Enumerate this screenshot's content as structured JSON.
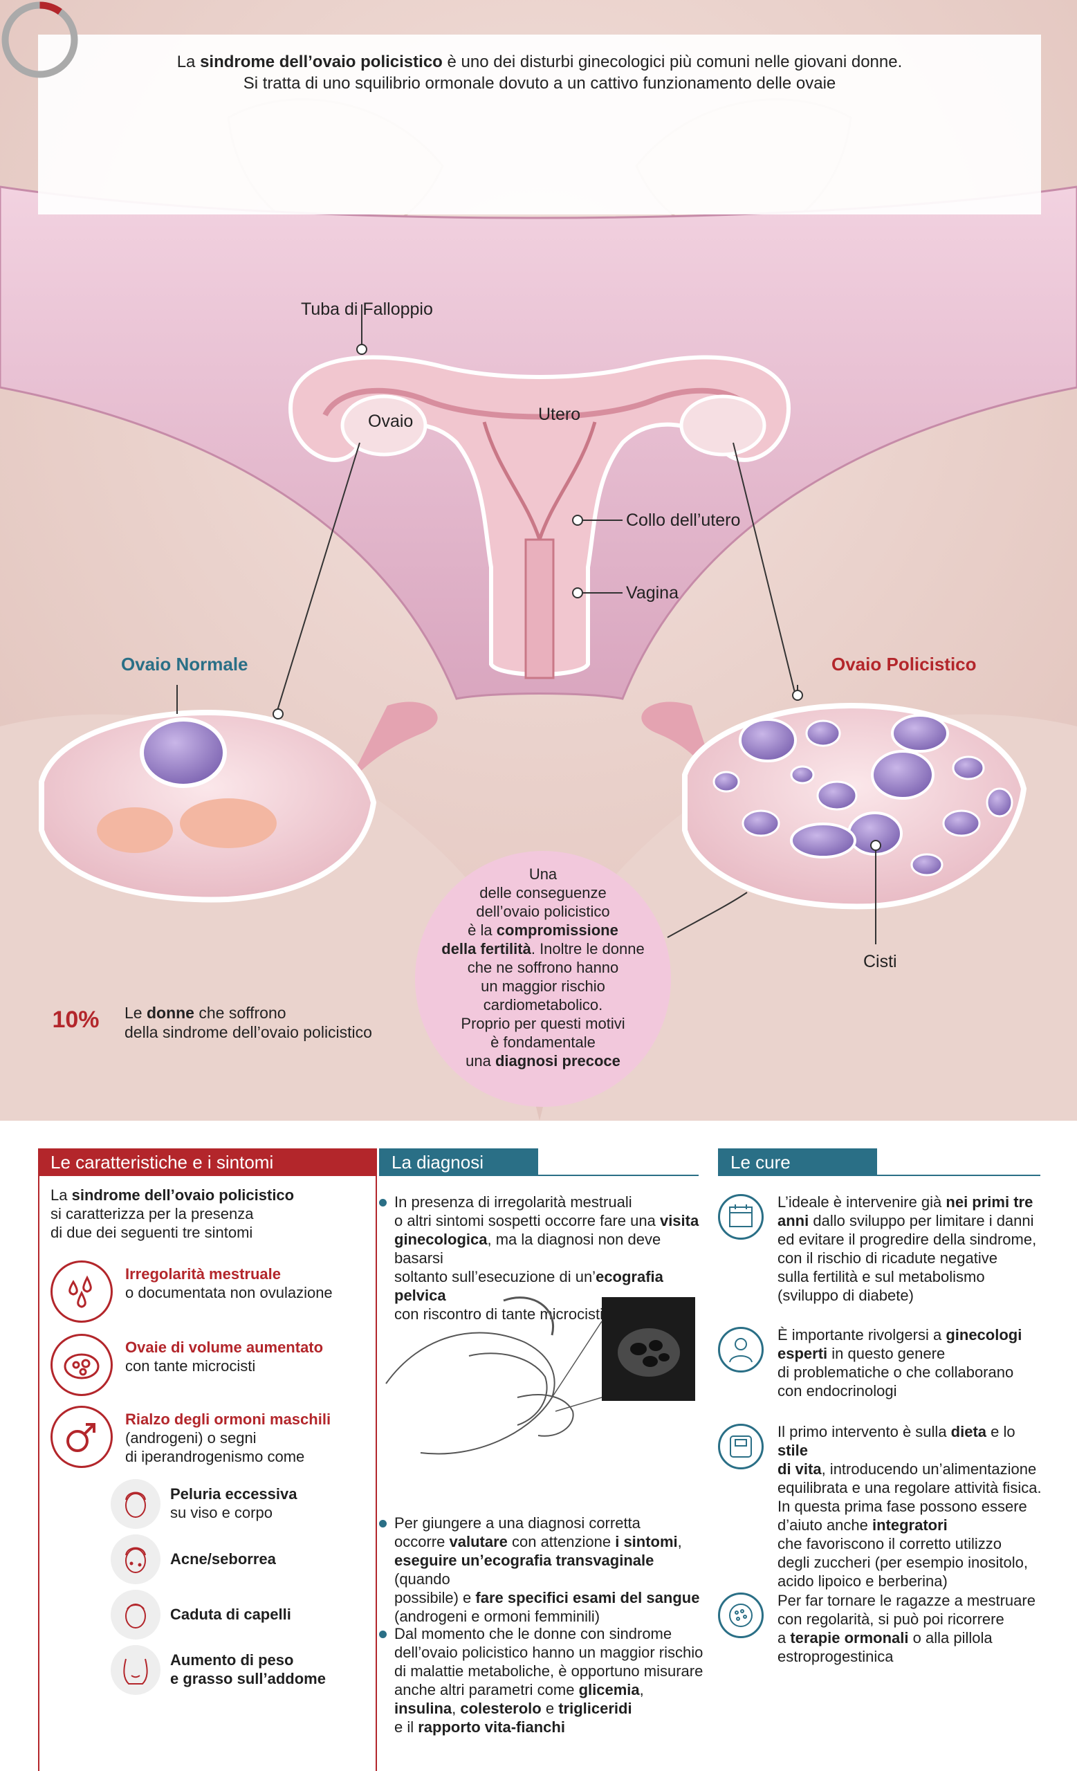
{
  "intro": {
    "part1_bold": "sindrome dell’ovaio policistico",
    "part1_prefix": "La ",
    "part1_suffix": " è uno dei disturbi ginecologici più comuni nelle giovani donne.",
    "line2": "Si tratta di uno squilibrio ormonale dovuto a un cattivo funzionamento delle ovaie"
  },
  "anatomy": {
    "tuba": "Tuba di Falloppio",
    "ovaio": "Ovaio",
    "utero": "Utero",
    "collo": "Collo dell’utero",
    "vagina": "Vagina",
    "normale": "Ovaio Normale",
    "policistico": "Ovaio Policistico",
    "cisti": "Cisti"
  },
  "colors": {
    "red": "#b3262b",
    "teal": "#2a6f86",
    "pink": "#f2c8dc",
    "panties": "#ecc3d6"
  },
  "note": {
    "l1": "Una",
    "l2": "delle conseguenze",
    "l3": "dell’ovaio policistico",
    "l4a": "è la ",
    "l4b": "compromissione",
    "l5a": "della fertilità",
    "l5b": ". Inoltre le donne",
    "l6": "che ne soffrono hanno",
    "l7": "un maggior rischio",
    "l8": "cardiometabolico.",
    "l9": "Proprio per questi motivi",
    "l10": "è fondamentale",
    "l11a": "una ",
    "l11b": "diagnosi precoce"
  },
  "stat": {
    "value": "10%",
    "fraction": 0.1,
    "l1a": "Le ",
    "l1b": "donne",
    "l1c": " che soffrono",
    "l2": "della sindrome dell’ovaio policistico"
  },
  "col1": {
    "title": "Le caratteristiche e i sintomi",
    "intro_a": "La ",
    "intro_b": "sindrome dell’ovaio policistico",
    "intro_c": "si caratterizza per la presenza",
    "intro_d": "di due dei seguenti tre sintomi",
    "s1_title": "Irregolarità mestruale",
    "s1_text": "o documentata non ovulazione",
    "s2_title": "Ovaie di volume aumentato",
    "s2_text": "con tante microcisti",
    "s3_title": "Rialzo degli ormoni maschili",
    "s3_text1": "(androgeni) o segni",
    "s3_text2": "di iperandrogenismo come",
    "sub1_a": "Peluria eccessiva",
    "sub1_b": "su viso e corpo",
    "sub2": "Acne/seborrea",
    "sub3": "Caduta di capelli",
    "sub4_a": "Aumento di peso",
    "sub4_b": "e grasso sull’addome"
  },
  "col2": {
    "title": "La diagnosi",
    "b1_1": "In presenza di irregolarità mestruali",
    "b1_2a": "o altri sintomi sospetti occorre fare una ",
    "b1_2b": "visita",
    "b1_3a": "ginecologica",
    "b1_3b": ", ma la diagnosi non deve basarsi",
    "b1_4a": "soltanto sull’esecuzione di un’",
    "b1_4b": "ecografia pelvica",
    "b1_5": "con riscontro di tante microcisti ovariche",
    "b2_1": "Per giungere a una diagnosi corretta",
    "b2_2a": "occorre ",
    "b2_2b": "valutare",
    "b2_2c": " con attenzione ",
    "b2_2d": "i sintomi",
    "b2_2e": ",",
    "b2_3a": "eseguire un’ecografia transvaginale",
    "b2_3b": " (quando",
    "b2_4a": "possibile) e ",
    "b2_4b": "fare specifici esami del sangue",
    "b2_5": "(androgeni e ormoni femminili)",
    "b3_1": "Dal momento che le donne con sindrome",
    "b3_2": "dell’ovaio policistico hanno un maggior rischio",
    "b3_3": "di malattie metaboliche, è opportuno misurare",
    "b3_4a": "anche altri parametri come ",
    "b3_4b": "glicemia",
    "b3_4c": ",",
    "b3_5a": "insulina",
    "b3_5b": ", ",
    "b3_5c": "colesterolo",
    "b3_5d": " e ",
    "b3_5e": "trigliceridi",
    "b3_6a": "e il ",
    "b3_6b": "rapporto vita-fianchi"
  },
  "col3": {
    "title": "Le cure",
    "c1_1a": "L’ideale è intervenire già ",
    "c1_1b": "nei primi tre",
    "c1_2a": "anni",
    "c1_2b": " dallo sviluppo per limitare i danni",
    "c1_3": "ed evitare il progredire della sindrome,",
    "c1_4": "con il rischio di ricadute negative",
    "c1_5": "sulla fertilità e sul metabolismo",
    "c1_6": "(sviluppo di diabete)",
    "c2_1a": "È importante rivolgersi a ",
    "c2_1b": "ginecologi",
    "c2_2a": "esperti",
    "c2_2b": " in questo genere",
    "c2_3": "di problematiche o che collaborano",
    "c2_4": "con endocrinologi",
    "c3_1a": "Il primo intervento è sulla ",
    "c3_1b": "dieta",
    "c3_1c": " e lo ",
    "c3_1d": "stile",
    "c3_2a": "di vita",
    "c3_2b": ", introducendo un’alimentazione",
    "c3_3": "equilibrata e una regolare attività fisica.",
    "c3_4": "In questa prima fase possono essere",
    "c3_5a": "d’aiuto anche ",
    "c3_5b": "integratori",
    "c3_6": "che favoriscono il corretto utilizzo",
    "c3_7": "degli zuccheri (per esempio inositolo,",
    "c3_8": "acido lipoico e berberina)",
    "c4_1": "Per far tornare le ragazze a mestruare",
    "c4_2": "con regolarità, si può poi ricorrere",
    "c4_3a": "a ",
    "c4_3b": "terapie ormonali",
    "c4_3c": " o alla pillola",
    "c4_4": "estroprogestinica"
  }
}
